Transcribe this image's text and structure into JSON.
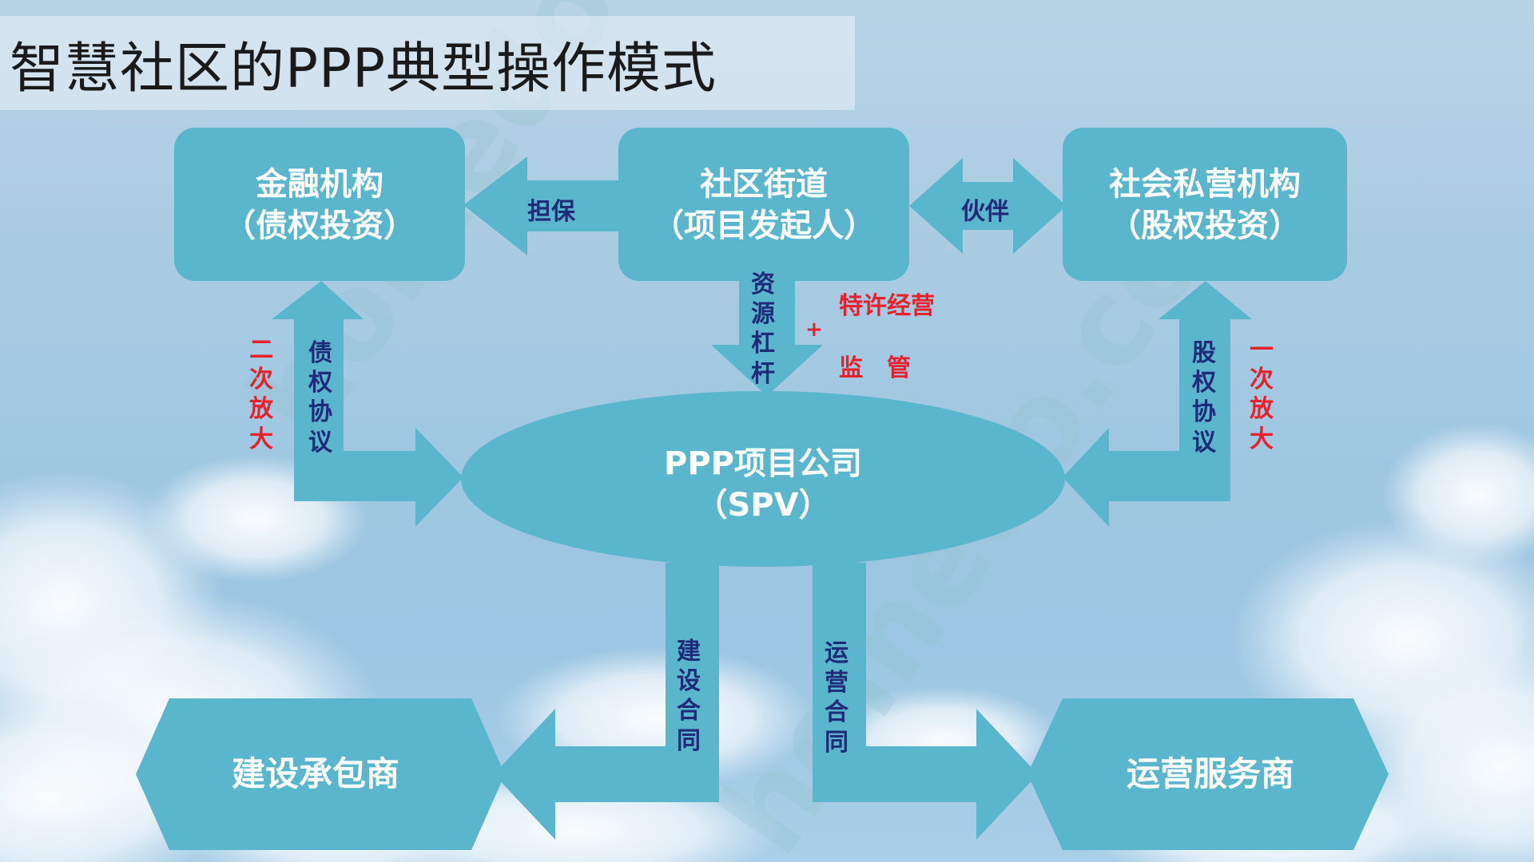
{
  "page": {
    "title": "智慧社区的PPP典型操作模式",
    "watermark_text": "homedo.com 河姆渡"
  },
  "colors": {
    "node_fill": "#5ab6cc",
    "arrow_fill": "#5ab6cc",
    "node_text": "#ffffff",
    "label_navy": "#1f2a78",
    "label_red": "#e8202a"
  },
  "nodes": {
    "finance": {
      "line1": "金融机构",
      "line2": "（债权投资）"
    },
    "community": {
      "line1": "社区街道",
      "line2": "（项目发起人）"
    },
    "private": {
      "line1": "社会私营机构",
      "line2": "（股权投资）"
    },
    "spv": {
      "line1": "PPP项目公司",
      "line2": "（SPV）"
    },
    "contractor": {
      "label": "建设承包商"
    },
    "operator": {
      "label": "运营服务商"
    }
  },
  "edges": {
    "guarantee": "担保",
    "partner": "伙伴",
    "resource_leverage": [
      "资",
      "源",
      "杠",
      "杆"
    ],
    "franchise": "特许经营",
    "plus": "+",
    "supervision": "监　管",
    "debt_agreement": [
      "债",
      "权",
      "协",
      "议"
    ],
    "secondary_amplify": [
      "二",
      "次",
      "放",
      "大"
    ],
    "equity_agreement": [
      "股",
      "权",
      "协",
      "议"
    ],
    "primary_amplify": [
      "一",
      "次",
      "放",
      "大"
    ],
    "construction_contract": [
      "建",
      "设",
      "合",
      "同"
    ],
    "operation_contract": [
      "运",
      "营",
      "合",
      "同"
    ]
  }
}
